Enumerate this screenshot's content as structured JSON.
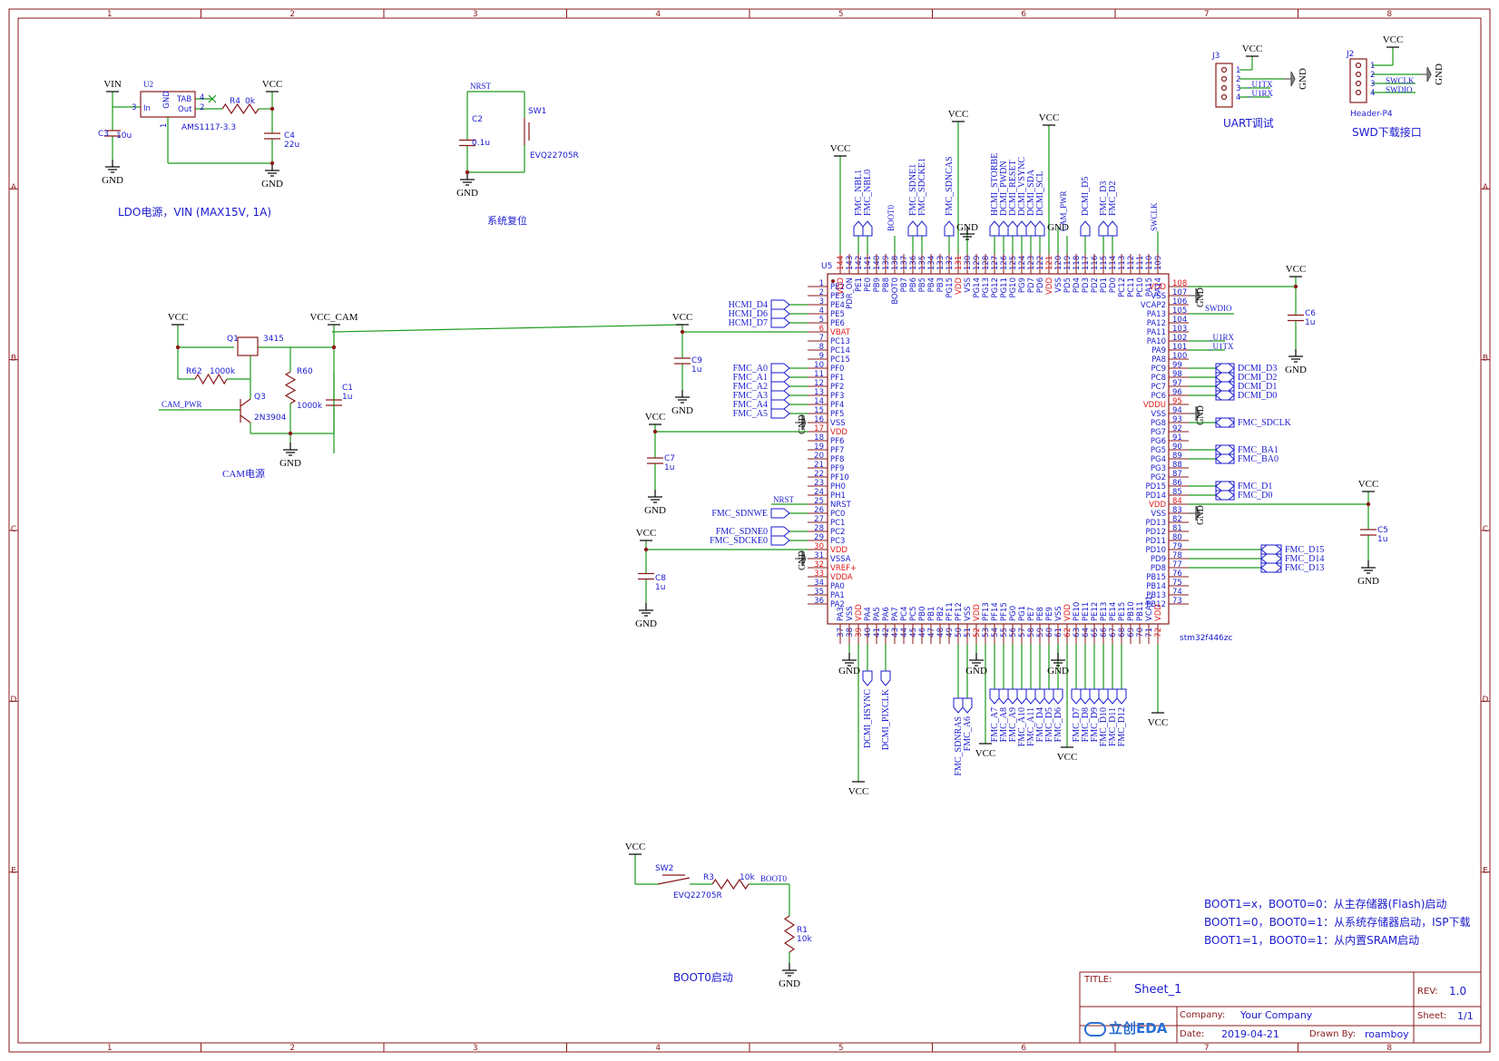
{
  "border": {
    "columns": [
      "1",
      "2",
      "3",
      "4",
      "5",
      "6",
      "7",
      "8"
    ],
    "rows": [
      "A",
      "B",
      "C",
      "D",
      "E"
    ]
  },
  "ldo": {
    "vin": "VIN",
    "vcc": "VCC",
    "gnd": "GND",
    "u2": "U2",
    "u2_part": "AMS1117-3.3",
    "u2_pin3": "3",
    "u2_pin4": "4",
    "u2_pin2": "2",
    "u2_pin1": "1",
    "u2_in": "In",
    "u2_gnd": "GND",
    "u2_tab": "TAB",
    "u2_out": "Out",
    "r4": "R4",
    "r4_val": "0k",
    "c3": "C3",
    "c3_val": "10u",
    "c4": "C4",
    "c4_val": "22u",
    "caption": "LDO电源，VIN (MAX15V, 1A)"
  },
  "reset": {
    "nrst": "NRST",
    "c2": "C2",
    "c2_val": "0.1u",
    "sw1": "SW1",
    "sw1_part": "EVQ22705R",
    "gnd": "GND",
    "caption": "系统复位"
  },
  "cam": {
    "vcc": "VCC",
    "vcc_cam": "VCC_CAM",
    "q1": "Q1",
    "q1_part": "3415",
    "r62": "R62",
    "r62_val": "1000k",
    "r60": "R60",
    "r60_val": "1000k",
    "q3": "Q3",
    "q3_part": "2N3904",
    "c1": "C1",
    "c1_val": "1u",
    "cam_pwr": "CAM_PWR",
    "gnd": "GND",
    "caption": "CAM电源"
  },
  "uart": {
    "ref": "J3",
    "vcc": "VCC",
    "gnd": "GND",
    "pins": [
      "1",
      "2",
      "3",
      "4"
    ],
    "tx": "_U1TX",
    "rx": "_U1RX",
    "caption": "UART调试"
  },
  "swd": {
    "ref": "J2",
    "vcc": "VCC",
    "gnd": "GND",
    "pins": [
      "1",
      "2",
      "3",
      "4"
    ],
    "swclk": "SWCLK",
    "swdio": "SWDIO",
    "part": "Header-P4",
    "caption": "SWD下载接口"
  },
  "mcu": {
    "ref": "U5",
    "part": "stm32f446zc",
    "left_pins": [
      [
        "1",
        "PE2"
      ],
      [
        "2",
        "PE3"
      ],
      [
        "3",
        "PE4"
      ],
      [
        "4",
        "PE5"
      ],
      [
        "5",
        "PE6"
      ],
      [
        "6",
        "VBAT"
      ],
      [
        "7",
        "PC13"
      ],
      [
        "8",
        "PC14"
      ],
      [
        "9",
        "PC15"
      ],
      [
        "10",
        "PF0"
      ],
      [
        "11",
        "PF1"
      ],
      [
        "12",
        "PF2"
      ],
      [
        "13",
        "PF3"
      ],
      [
        "14",
        "PF4"
      ],
      [
        "15",
        "PF5"
      ],
      [
        "16",
        "VSS"
      ],
      [
        "17",
        "VDD"
      ],
      [
        "18",
        "PF6"
      ],
      [
        "19",
        "PF7"
      ],
      [
        "20",
        "PF8"
      ],
      [
        "21",
        "PF9"
      ],
      [
        "22",
        "PF10"
      ],
      [
        "23",
        "PH0"
      ],
      [
        "24",
        "PH1"
      ],
      [
        "25",
        "NRST"
      ],
      [
        "26",
        "PC0"
      ],
      [
        "27",
        "PC1"
      ],
      [
        "28",
        "PC2"
      ],
      [
        "29",
        "PC3"
      ],
      [
        "30",
        "VDD"
      ],
      [
        "31",
        "VSSA"
      ],
      [
        "32",
        "VREF+"
      ],
      [
        "33",
        "VDDA"
      ],
      [
        "34",
        "PA0"
      ],
      [
        "35",
        "PA1"
      ],
      [
        "36",
        "PA2"
      ]
    ],
    "right_pins": [
      [
        "108",
        "VDD"
      ],
      [
        "107",
        "VSS"
      ],
      [
        "106",
        "VCAP2"
      ],
      [
        "105",
        "PA13"
      ],
      [
        "104",
        "PA12"
      ],
      [
        "103",
        "PA11"
      ],
      [
        "102",
        "PA10"
      ],
      [
        "101",
        "PA9"
      ],
      [
        "100",
        "PA8"
      ],
      [
        "99",
        "PC9"
      ],
      [
        "98",
        "PC8"
      ],
      [
        "97",
        "PC7"
      ],
      [
        "96",
        "PC6"
      ],
      [
        "95",
        "VDDU"
      ],
      [
        "94",
        "VSS"
      ],
      [
        "93",
        "PG8"
      ],
      [
        "92",
        "PG7"
      ],
      [
        "91",
        "PG6"
      ],
      [
        "90",
        "PG5"
      ],
      [
        "89",
        "PG4"
      ],
      [
        "88",
        "PG3"
      ],
      [
        "87",
        "PG2"
      ],
      [
        "86",
        "PD15"
      ],
      [
        "85",
        "PD14"
      ],
      [
        "84",
        "VDD"
      ],
      [
        "83",
        "VSS"
      ],
      [
        "82",
        "PD13"
      ],
      [
        "81",
        "PD12"
      ],
      [
        "80",
        "PD11"
      ],
      [
        "79",
        "PD10"
      ],
      [
        "78",
        "PD9"
      ],
      [
        "77",
        "PD8"
      ],
      [
        "76",
        "PB15"
      ],
      [
        "75",
        "PB14"
      ],
      [
        "74",
        "PB13"
      ],
      [
        "73",
        "PB12"
      ]
    ],
    "top_pins": [
      [
        "144",
        "VDD"
      ],
      [
        "143",
        "PDR_ON"
      ],
      [
        "142",
        "PE1"
      ],
      [
        "141",
        "PE0"
      ],
      [
        "140",
        "PB9"
      ],
      [
        "139",
        "PB8"
      ],
      [
        "138",
        "BOOT0"
      ],
      [
        "137",
        "PB7"
      ],
      [
        "136",
        "PB6"
      ],
      [
        "135",
        "PB5"
      ],
      [
        "134",
        "PB4"
      ],
      [
        "133",
        "PB3"
      ],
      [
        "132",
        "PG15"
      ],
      [
        "131",
        "VDD"
      ],
      [
        "130",
        "VSS"
      ],
      [
        "129",
        "PG14"
      ],
      [
        "128",
        "PG13"
      ],
      [
        "127",
        "PG12"
      ],
      [
        "126",
        "PG11"
      ],
      [
        "125",
        "PG10"
      ],
      [
        "124",
        "PG9"
      ],
      [
        "123",
        "PD7"
      ],
      [
        "122",
        "PD6"
      ],
      [
        "121",
        "VDD"
      ],
      [
        "120",
        "VSS"
      ],
      [
        "119",
        "PD5"
      ],
      [
        "118",
        "PD4"
      ],
      [
        "117",
        "PD3"
      ],
      [
        "116",
        "PD2"
      ],
      [
        "115",
        "PD1"
      ],
      [
        "114",
        "PD0"
      ],
      [
        "113",
        "PC12"
      ],
      [
        "112",
        "PC11"
      ],
      [
        "111",
        "PC10"
      ],
      [
        "110",
        "PA15"
      ],
      [
        "109",
        "PA14"
      ]
    ],
    "bottom_pins": [
      [
        "37",
        "PA3"
      ],
      [
        "38",
        "VSS"
      ],
      [
        "39",
        "VDD"
      ],
      [
        "40",
        "PA4"
      ],
      [
        "41",
        "PA5"
      ],
      [
        "42",
        "PA6"
      ],
      [
        "43",
        "PA7"
      ],
      [
        "44",
        "PC4"
      ],
      [
        "45",
        "PC5"
      ],
      [
        "46",
        "PB0"
      ],
      [
        "47",
        "PB1"
      ],
      [
        "48",
        "PB2"
      ],
      [
        "49",
        "PF11"
      ],
      [
        "50",
        "PF12"
      ],
      [
        "51",
        "VSS"
      ],
      [
        "52",
        "VDD"
      ],
      [
        "53",
        "PF13"
      ],
      [
        "54",
        "PF14"
      ],
      [
        "55",
        "PF15"
      ],
      [
        "56",
        "PG0"
      ],
      [
        "57",
        "PG1"
      ],
      [
        "58",
        "PE7"
      ],
      [
        "59",
        "PE8"
      ],
      [
        "60",
        "PE9"
      ],
      [
        "61",
        "VSS"
      ],
      [
        "62",
        "VDD"
      ],
      [
        "63",
        "PE10"
      ],
      [
        "64",
        "PE11"
      ],
      [
        "65",
        "PE12"
      ],
      [
        "66",
        "PE13"
      ],
      [
        "67",
        "PE14"
      ],
      [
        "68",
        "PE15"
      ],
      [
        "69",
        "PB10"
      ],
      [
        "70",
        "PB11"
      ],
      [
        "71",
        "VCAP1"
      ],
      [
        "72",
        "VDD"
      ]
    ],
    "left_nets": {
      "hcmi_d4": "HCMI_D4",
      "hcmi_d6": "HCMI_D6",
      "hcmi_d7": "HCMI_D7",
      "fmc_a0": "FMC_A0",
      "fmc_a1": "FMC_A1",
      "fmc_a2": "FMC_A2",
      "fmc_a3": "FMC_A3",
      "fmc_a4": "FMC_A4",
      "fmc_a5": "FMC_A5",
      "nrst": "NRST",
      "fmc_sdnwe": "FMC_SDNWE",
      "fmc_sdne0": "FMC_SDNE0",
      "fmc_sdcke0": "FMC_SDCKE0"
    },
    "right_nets": {
      "swdio": "SWDIO",
      "u1rx": "_U1RX",
      "u1tx": "_U1TX",
      "dcmi_d3": "DCMI_D3",
      "dcmi_d2": "DCMI_D2",
      "dcmi_d1": "DCMI_D1",
      "dcmi_d0": "DCMI_D0",
      "fmc_sdclk": "FMC_SDCLK",
      "fmc_ba1": "FMC_BA1",
      "fmc_ba0": "FMC_BA0",
      "fmc_d1": "FMC_D1",
      "fmc_d0": "FMC_D0",
      "fmc_d15": "FMC_D15",
      "fmc_d14": "FMC_D14",
      "fmc_d13": "FMC_D13"
    },
    "top_nets": [
      "FMC_NBL1",
      "FMC_NBL0",
      "BOOT0",
      "FMC_SDNE1",
      "FMC_SDCKE1",
      "FMC_SDNCAS",
      "HCMI_STORBE",
      "DCMI_PWDN",
      "DCMI_RESET",
      "DCMI_VSYNC",
      "DCMI_SDA",
      "DCMI_SCL",
      "CAM_PWR",
      "DCMI_D5",
      "FMC_D3",
      "FMC_D2",
      "SWCLK"
    ],
    "bottom_nets": [
      "DCMI_HSYNC",
      "DCMI_PIXCLK",
      "FMC_SDNRAS",
      "FMC_A6",
      "FMC_A7",
      "FMC_A8",
      "FMC_A9",
      "FMC_A10",
      "FMC_A11",
      "FMC_D4",
      "FMC_D5",
      "FMC_D6",
      "FMC_D7",
      "FMC_D8",
      "FMC_D9",
      "FMC_D10",
      "FMC_D11",
      "FMC_D12"
    ]
  },
  "decoupling": {
    "c9": "C9",
    "c9_val": "1u",
    "c7": "C7",
    "c7_val": "1u",
    "c8": "C8",
    "c8_val": "1u",
    "c6": "C6",
    "c6_val": "1u",
    "c5": "C5",
    "c5_val": "1u",
    "vcc": "VCC",
    "gnd": "GND"
  },
  "boot": {
    "vcc": "VCC",
    "sw2": "SW2",
    "sw2_part": "EVQ22705R",
    "r3": "R3",
    "r3_val": "10k",
    "boot0": "BOOT0",
    "r1": "R1",
    "r1_val": "10k",
    "gnd": "GND",
    "caption": "BOOT0启动"
  },
  "notes": [
    "BOOT1=x，BOOT0=0：从主存储器(Flash)启动",
    "BOOT1=0，BOOT0=1：从系统存储器启动，ISP下载",
    "BOOT1=1，BOOT0=1：从内置SRAM启动"
  ],
  "titleblock": {
    "title_label": "TITLE:",
    "title": "Sheet_1",
    "rev_label": "REV:",
    "rev": "1.0",
    "company_label": "Company:",
    "company": "Your Company",
    "sheet_label": "Sheet:",
    "sheet": "1/1",
    "date_label": "Date:",
    "date": "2019-04-21",
    "drawn_label": "Drawn By:",
    "drawn": "roamboy",
    "logo": "立创EDA"
  },
  "colors": {
    "border": "#8b1a1a",
    "wire": "#1a9a1a",
    "part": "#8b1a1a",
    "label": "#1a1ad0",
    "power_pin": "#e01818"
  }
}
